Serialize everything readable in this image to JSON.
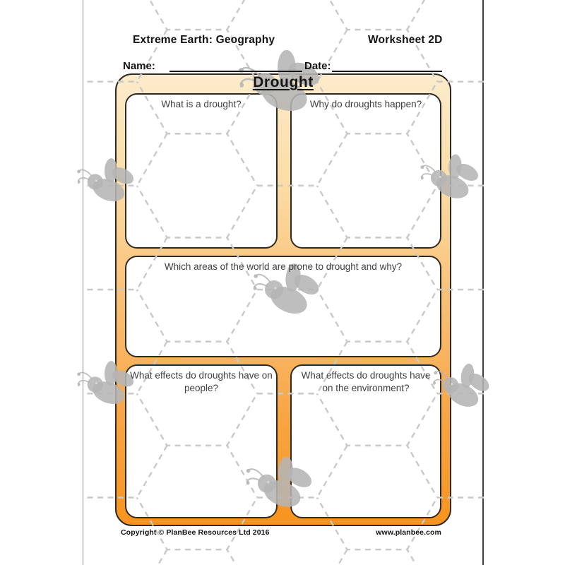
{
  "page": {
    "header": {
      "left": "Extreme Earth: Geography",
      "right": "Worksheet 2D"
    },
    "fields": {
      "name_label": "Name:",
      "date_label": "Date:"
    },
    "worksheet": {
      "title": "Drought",
      "questions": [
        {
          "id": "q1",
          "text": "What is a drought?"
        },
        {
          "id": "q2",
          "text": "Why do droughts happen?"
        },
        {
          "id": "q3",
          "text": "Which areas of the world are prone to drought and why?"
        },
        {
          "id": "q4",
          "text": "What effects do droughts have on people?"
        },
        {
          "id": "q5",
          "text": "What effects do droughts have on the environment?"
        }
      ]
    },
    "footer": {
      "left": "Copyright © PlanBee Resources Ltd 2016",
      "right": "www.planbee.com"
    },
    "decor": {
      "bee_icon_count": 7,
      "bee_color": "#b5b5b5",
      "honeycomb_line_color": "#c9c9c9"
    },
    "colors": {
      "frame_top_cream": "#fcebcb",
      "frame_bottom_orange": "#f7941e",
      "frame_border": "#2e2b26",
      "question_text": "#3f3f3f"
    }
  }
}
